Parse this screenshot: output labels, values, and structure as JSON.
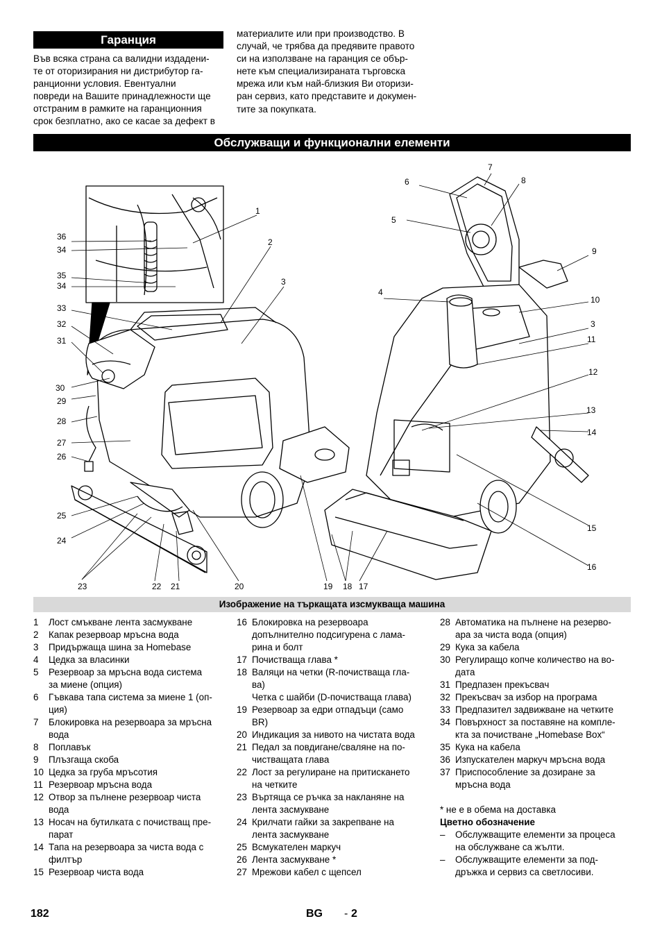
{
  "guarantee": {
    "title": "Гаранция",
    "col1": [
      "Във всяка страна са валидни издадени-",
      "те от оторизирания ни дистрибутор га-",
      "ранционни условия. Евентуални",
      "повреди на Вашите принадлежности ще",
      "отстраним в рамките на гаранционния",
      "срок безплатно, ако се касае за дефект в"
    ],
    "col2": [
      "материалите или при производство. В",
      "случай, че трябва да предявите правото",
      "си на използване на гаранция се обър-",
      "нете към специализираната търговска",
      "мрежа или към най-близкия Ви оторизи-",
      "ран сервиз, като представите и докумен-",
      "тите за покупката."
    ]
  },
  "section_title": "Обслужващи и функционални елементи",
  "figure": {
    "callouts": [
      "1",
      "2",
      "3",
      "4",
      "5",
      "6",
      "7",
      "8",
      "9",
      "10",
      "3",
      "11",
      "12",
      "13",
      "14",
      "15",
      "16",
      "17",
      "18",
      "19",
      "20",
      "21",
      "22",
      "23",
      "24",
      "25",
      "26",
      "27",
      "28",
      "29",
      "30",
      "31",
      "32",
      "33",
      "34",
      "35",
      "34",
      "36"
    ]
  },
  "caption": "Изображение на търкащата изсмукваща машина",
  "legend": {
    "col1": [
      {
        "n": "1",
        "t": [
          "Лост смъкване лента засмукване"
        ]
      },
      {
        "n": "2",
        "t": [
          "Капак резервоар мръсна вода"
        ]
      },
      {
        "n": "3",
        "t": [
          "Придържаща шина за Homebase"
        ]
      },
      {
        "n": "4",
        "t": [
          "Цедка за власинки"
        ]
      },
      {
        "n": "5",
        "t": [
          "Резервоар за мръсна вода система",
          "за миене (опция)"
        ]
      },
      {
        "n": "6",
        "t": [
          "Гъвкава тапа система за миене 1 (оп-",
          "ция)"
        ]
      },
      {
        "n": "7",
        "t": [
          "Блокировка на резервоара за мръсна",
          "вода"
        ]
      },
      {
        "n": "8",
        "t": [
          "Поплавък"
        ]
      },
      {
        "n": "9",
        "t": [
          "Плъзгаща скоба"
        ]
      },
      {
        "n": "10",
        "t": [
          "Цедка за груба мръсотия"
        ]
      },
      {
        "n": "11",
        "t": [
          "Резервоар мръсна вода"
        ]
      },
      {
        "n": "12",
        "t": [
          "Отвор за пълнене резервоар чиста",
          "вода"
        ]
      },
      {
        "n": "13",
        "t": [
          "Носач на бутилката с почистващ пре-",
          "парат"
        ]
      },
      {
        "n": "14",
        "t": [
          "Тапа на резервоара за чиста вода с",
          "филтър"
        ]
      },
      {
        "n": "15",
        "t": [
          "Резервоар чиста вода"
        ]
      }
    ],
    "col2": [
      {
        "n": "16",
        "t": [
          "Блокировка на резервоара",
          "допълнително подсигурена с лама-",
          "рина и болт"
        ]
      },
      {
        "n": "17",
        "t": [
          "Почистваща глава *"
        ]
      },
      {
        "n": "18",
        "t": [
          "Валяци на четки (R-почистваща гла-",
          "ва)",
          "Четка с шайби (D-почистваща глава)"
        ]
      },
      {
        "n": "19",
        "t": [
          "Резервоар за едри отпадъци (само",
          "BR)"
        ]
      },
      {
        "n": "20",
        "t": [
          "Индикация за нивото на чистата вода"
        ]
      },
      {
        "n": "21",
        "t": [
          "Педал за повдигане/сваляне на по-",
          "чистващата глава"
        ]
      },
      {
        "n": "22",
        "t": [
          "Лост за регулиране на притискането",
          "на четките"
        ]
      },
      {
        "n": "23",
        "t": [
          "Въртяща се ръчка за накланяне на",
          "лента засмукване"
        ]
      },
      {
        "n": "24",
        "t": [
          "Крилчати гайки за закрепване на",
          "лента засмукване"
        ]
      },
      {
        "n": "25",
        "t": [
          "Всмукателен маркуч"
        ]
      },
      {
        "n": "26",
        "t": [
          "Лента засмукване *"
        ]
      },
      {
        "n": "27",
        "t": [
          "Мрежови кабел с щепсел"
        ]
      }
    ],
    "col3": [
      {
        "n": "28",
        "t": [
          "Автоматика на пълнене на резерво-",
          "ара за чиста вода (опция)"
        ]
      },
      {
        "n": "29",
        "t": [
          "Кука за кабела"
        ]
      },
      {
        "n": "30",
        "t": [
          "Регулиращо копче количество на во-",
          "дата"
        ]
      },
      {
        "n": "31",
        "t": [
          "Предпазен прекъсвач"
        ]
      },
      {
        "n": "32",
        "t": [
          "Прекъсвач за избор на програма"
        ]
      },
      {
        "n": "33",
        "t": [
          "Предпазител задвижване на четките"
        ]
      },
      {
        "n": "34",
        "t": [
          "Повърхност за поставяне на компле-",
          "кта за почистване „Homebase Box“"
        ]
      },
      {
        "n": "35",
        "t": [
          "Кука на кабела"
        ]
      },
      {
        "n": "36",
        "t": [
          "Изпускателен маркуч мръсна вода"
        ]
      },
      {
        "n": "37",
        "t": [
          "Приспособление за дозиране за",
          "мръсна вода"
        ]
      }
    ],
    "note": "* не е в обема на доставка",
    "color_title": "Цветно обозначение",
    "color_items": [
      {
        "d": "–",
        "t": [
          "Обслужващите елементи за процеса",
          "на обслужване са жълти."
        ]
      },
      {
        "d": "–",
        "t": [
          "Обслужващите елементи за под-",
          "дръжка и сервиз са светлосиви."
        ]
      }
    ]
  },
  "footer": {
    "page": "182",
    "lang": "BG",
    "dash": "-",
    "num": "2"
  }
}
